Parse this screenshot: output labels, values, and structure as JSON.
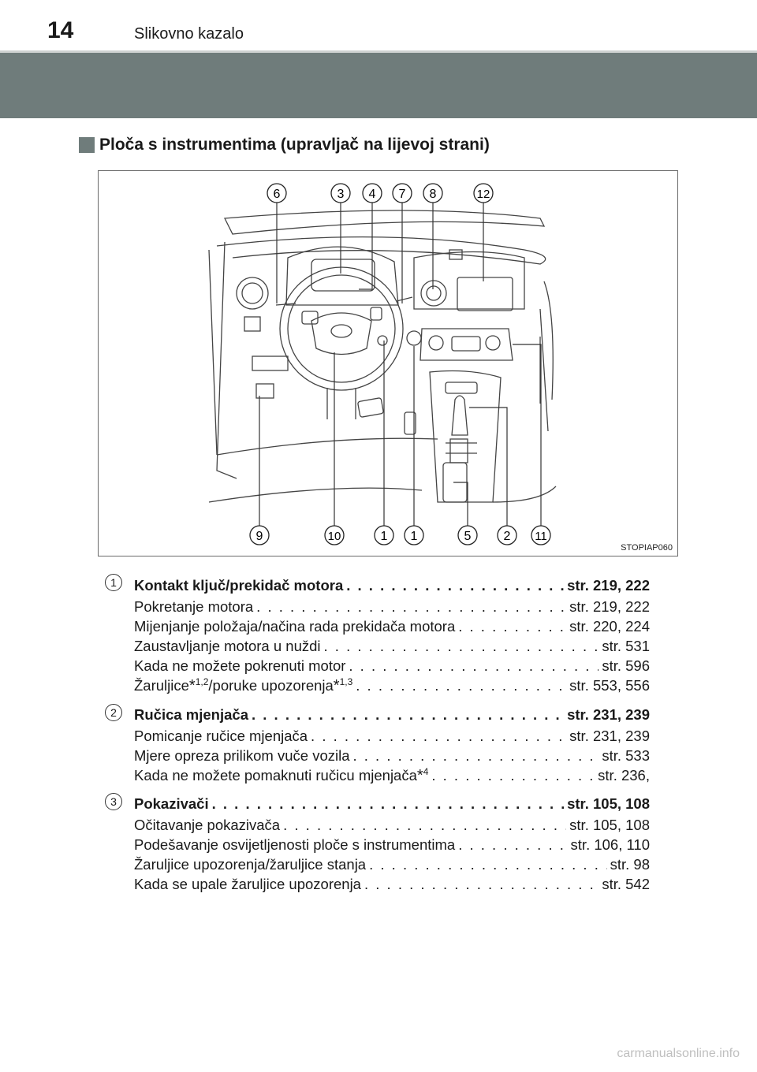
{
  "header": {
    "page_number": "14",
    "title": "Slikovno kazalo"
  },
  "section": {
    "title": "Ploča s instrumentima (upravljač na lijevoj strani)"
  },
  "figure": {
    "code": "STOPIAP060",
    "callouts_top": [
      "6",
      "3",
      "4",
      "7",
      "8",
      "12"
    ],
    "callouts_bottom": [
      "9",
      "10",
      "1",
      "1",
      "5",
      "2",
      "11"
    ]
  },
  "entries": [
    {
      "num": "1",
      "lines": [
        {
          "label": "Kontakt ključ/prekidač motora",
          "ref": "str. 219, 222",
          "bold": true
        },
        {
          "label": "Pokretanje motora",
          "ref": "str. 219, 222"
        },
        {
          "label": "Mijenjanje položaja/načina rada prekidača motora",
          "ref": "str. 220, 224"
        },
        {
          "label": "Zaustavljanje motora u nuždi",
          "ref": "str. 531"
        },
        {
          "label": "Kada ne možete pokrenuti motor",
          "ref": "str. 596"
        },
        {
          "label_parts": [
            "Žaruljice",
            "*",
            "1,2",
            "/poruke upozorenja",
            "*",
            "1,3"
          ],
          "ref": "str. 553, 556"
        }
      ]
    },
    {
      "num": "2",
      "lines": [
        {
          "label": "Ručica mjenjača",
          "ref": "str. 231, 239",
          "bold": true
        },
        {
          "label": "Pomicanje ručice mjenjača",
          "ref": "str. 231, 239"
        },
        {
          "label": "Mjere opreza prilikom vuče vozila",
          "ref": "str. 533"
        },
        {
          "label_parts": [
            "Kada ne možete pomaknuti ručicu mjenjača",
            "*",
            "4"
          ],
          "ref": "str. 236,"
        }
      ]
    },
    {
      "num": "3",
      "lines": [
        {
          "label": "Pokazivači",
          "ref": "str. 105, 108",
          "bold": true
        },
        {
          "label": "Očitavanje pokazivača",
          "ref": "str. 105, 108"
        },
        {
          "label": "Podešavanje osvijetljenosti ploče s instrumentima",
          "ref": "str. 106, 110"
        },
        {
          "label": "Žaruljice upozorenja/žaruljice stanja",
          "ref": "str. 98"
        },
        {
          "label": "Kada se upale žaruljice upozorenja",
          "ref": "str. 542"
        }
      ]
    }
  ],
  "watermark": "carmanualsonline.info"
}
